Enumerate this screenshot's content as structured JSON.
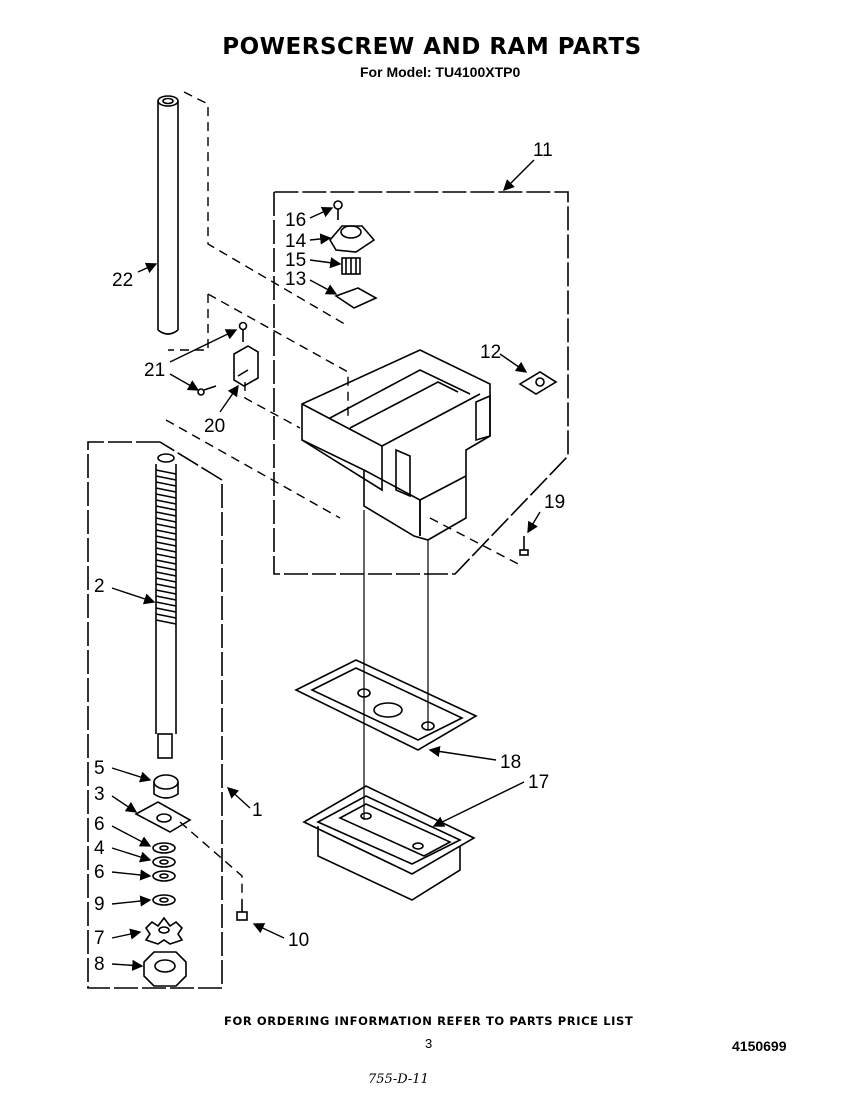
{
  "title": "POWERSCREW AND RAM PARTS",
  "subtitle": "For Model: TU4100XTP0",
  "footer_note": "FOR ORDERING INFORMATION REFER TO PARTS PRICE LIST",
  "page_number": "3",
  "document_number": "4150699",
  "handwritten_note": "755-D-11",
  "part_labels": {
    "p1": "1",
    "p2": "2",
    "p3": "3",
    "p4": "4",
    "p5": "5",
    "p6a": "6",
    "p6b": "6",
    "p7": "7",
    "p8": "8",
    "p9": "9",
    "p10": "10",
    "p11": "11",
    "p12": "12",
    "p13": "13",
    "p14": "14",
    "p15": "15",
    "p16": "16",
    "p17": "17",
    "p18": "18",
    "p19": "19",
    "p20": "20",
    "p21": "21",
    "p22": "22"
  }
}
